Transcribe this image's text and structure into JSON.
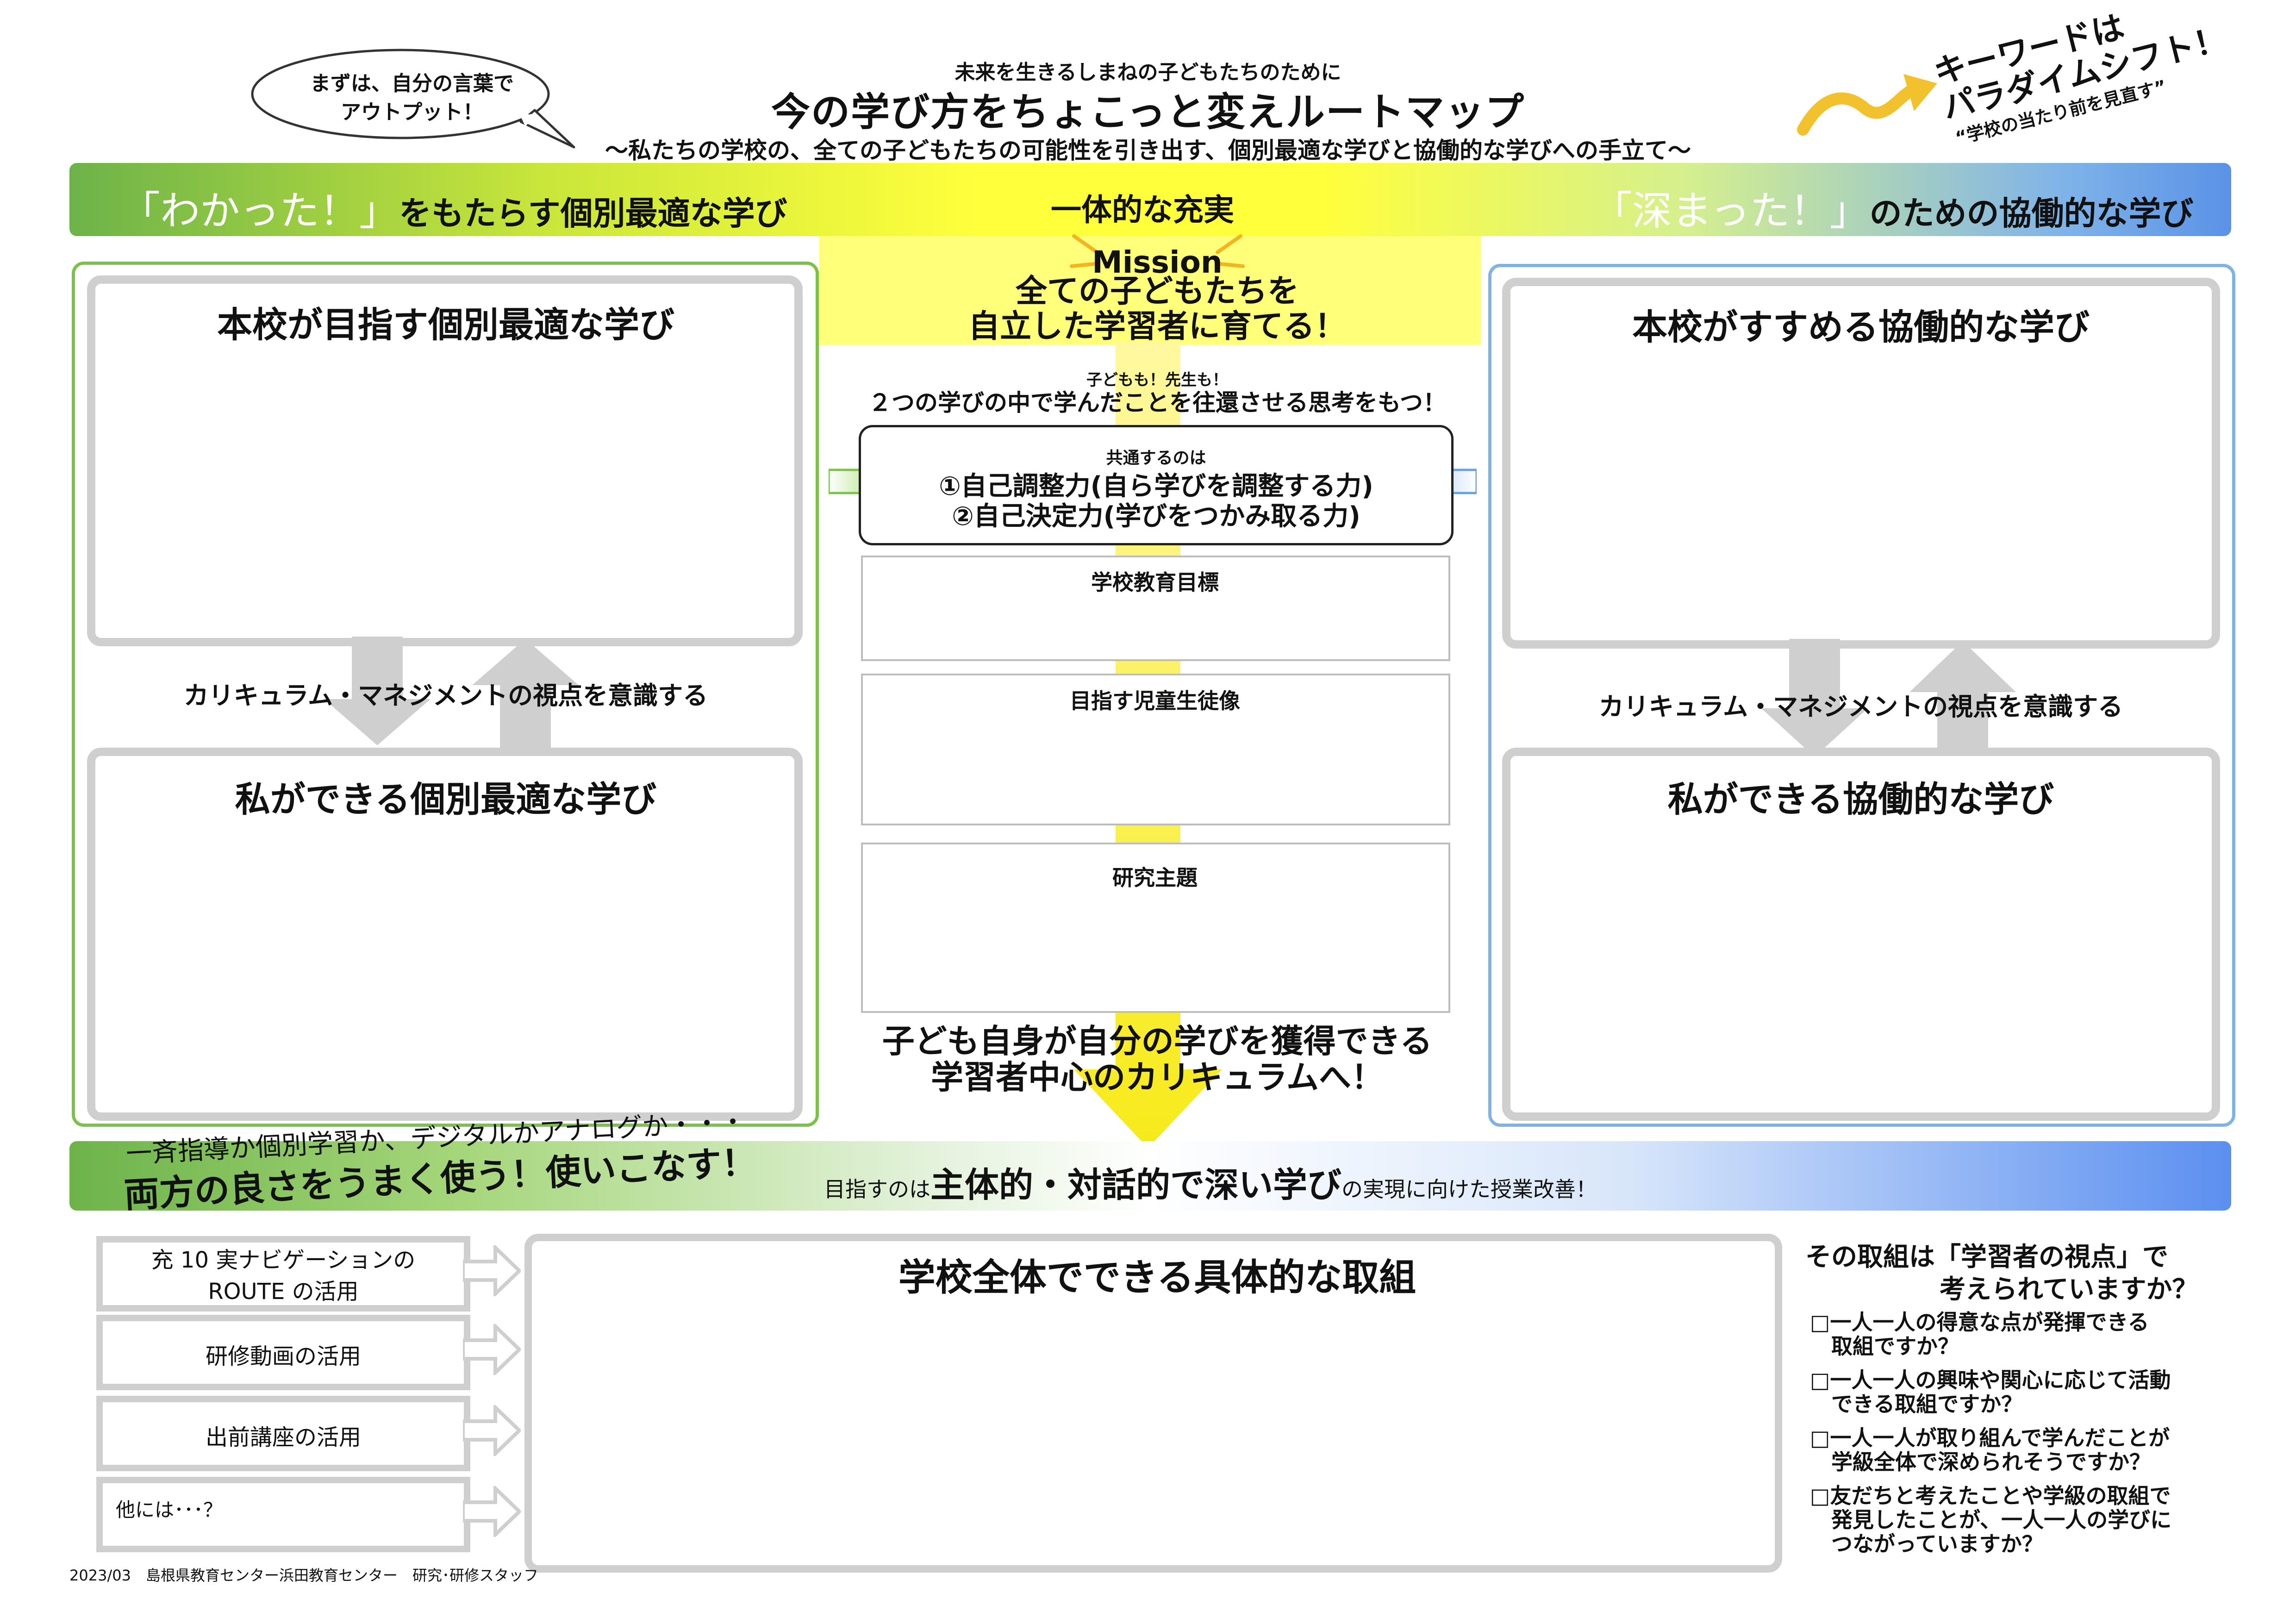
{
  "header": {
    "bubble_line1": "まずは、自分の言葉で",
    "bubble_line2": "アウトプット！",
    "sub_title": "未来を生きるしまねの子どもたちのために",
    "main_title": "今の学び方をちょこっと変えルートマップ",
    "tagline": "～私たちの学校の、全ての子どもたちの可能性を引き出す、個別最適な学びと協働的な学びへの手立て～",
    "keyword_line1": "キーワードは",
    "keyword_line2": "パラダイムシフト！",
    "keyword_line3": "“学校の当たり前を見直す”"
  },
  "top_band": {
    "left_quote_open": "「わかった！」",
    "left_rest": "をもたらす個別最適な学び",
    "center": "一体的な充実",
    "right_quote_open": "「深まった！」",
    "right_rest": "のための協働的な学び"
  },
  "center": {
    "mission_label": "Mission",
    "mission_line1": "全ての子どもたちを",
    "mission_line2": "自立した学習者に育てる！",
    "both_small": "子どもも！先生も！",
    "both_text": "２つの学びの中で学んだことを往還させる思考をもつ！",
    "common_small": "共通するのは",
    "common_1": "①自己調整力(自ら学びを調整する力)",
    "common_2": "②自己決定力(学びをつかみ取る力)",
    "box_school_goal": "学校教育目標",
    "box_ideal_student": "目指す児童生徒像",
    "box_research_theme": "研究主題",
    "goal_line1": "子ども自身が自分の学びを獲得できる",
    "goal_line2": "学習者中心のカリキュラムへ！"
  },
  "left_panel": {
    "top_title": "本校が目指す個別最適な学び",
    "cm_text": "カリキュラム・マネジメントの視点を意識する",
    "bottom_title": "私ができる個別最適な学び"
  },
  "right_panel": {
    "top_title": "本校がすすめる協働的な学び",
    "cm_text": "カリキュラム・マネジメントの視点を意識する",
    "bottom_title": "私ができる協働的な学び"
  },
  "bottom_band": {
    "line1": "一斉指導か個別学習か、デジタルかアナログか・・・",
    "line2": "両方の良さをうまく使う！使いこなす！",
    "mid_pre": "目指すのは",
    "mid_main": "主体的・対話的で深い学び",
    "mid_post": "の実現に向けた授業改善！"
  },
  "resources": {
    "item1_line1": "充 10 実ナビゲーションの",
    "item1_line2": "ROUTE の活用",
    "item2": "研修動画の活用",
    "item3": "出前講座の活用",
    "item4": "他には･･･？"
  },
  "school_box": {
    "title": "学校全体でできる具体的な取組"
  },
  "questions": {
    "title_line1": "その取組は「学習者の視点」で",
    "title_line2": "考えられていますか？",
    "q1_line1": "□一人一人の得意な点が発揮できる",
    "q1_line2": "　取組ですか？",
    "q2_line1": "□一人一人の興味や関心に応じて活動",
    "q2_line2": "　できる取組ですか？",
    "q3_line1": "□一人一人が取り組んで学んだことが",
    "q3_line2": "　学級全体で深められそうですか？",
    "q4_line1": "□友だちと考えたことや学級の取組で",
    "q4_line2": "　発見したことが、一人一人の学びに",
    "q4_line3": "　つながっていますか？"
  },
  "footer": "2023/03　島根県教育センター浜田教育センター　研究･研修スタッフ",
  "colors": {
    "green_accent": "#7cc24a",
    "blue_accent": "#7eb3e3",
    "yellow_accent": "#ffff3c",
    "gray_box": "#cfcfcf",
    "keyword_arrow": "#f2c12e"
  }
}
